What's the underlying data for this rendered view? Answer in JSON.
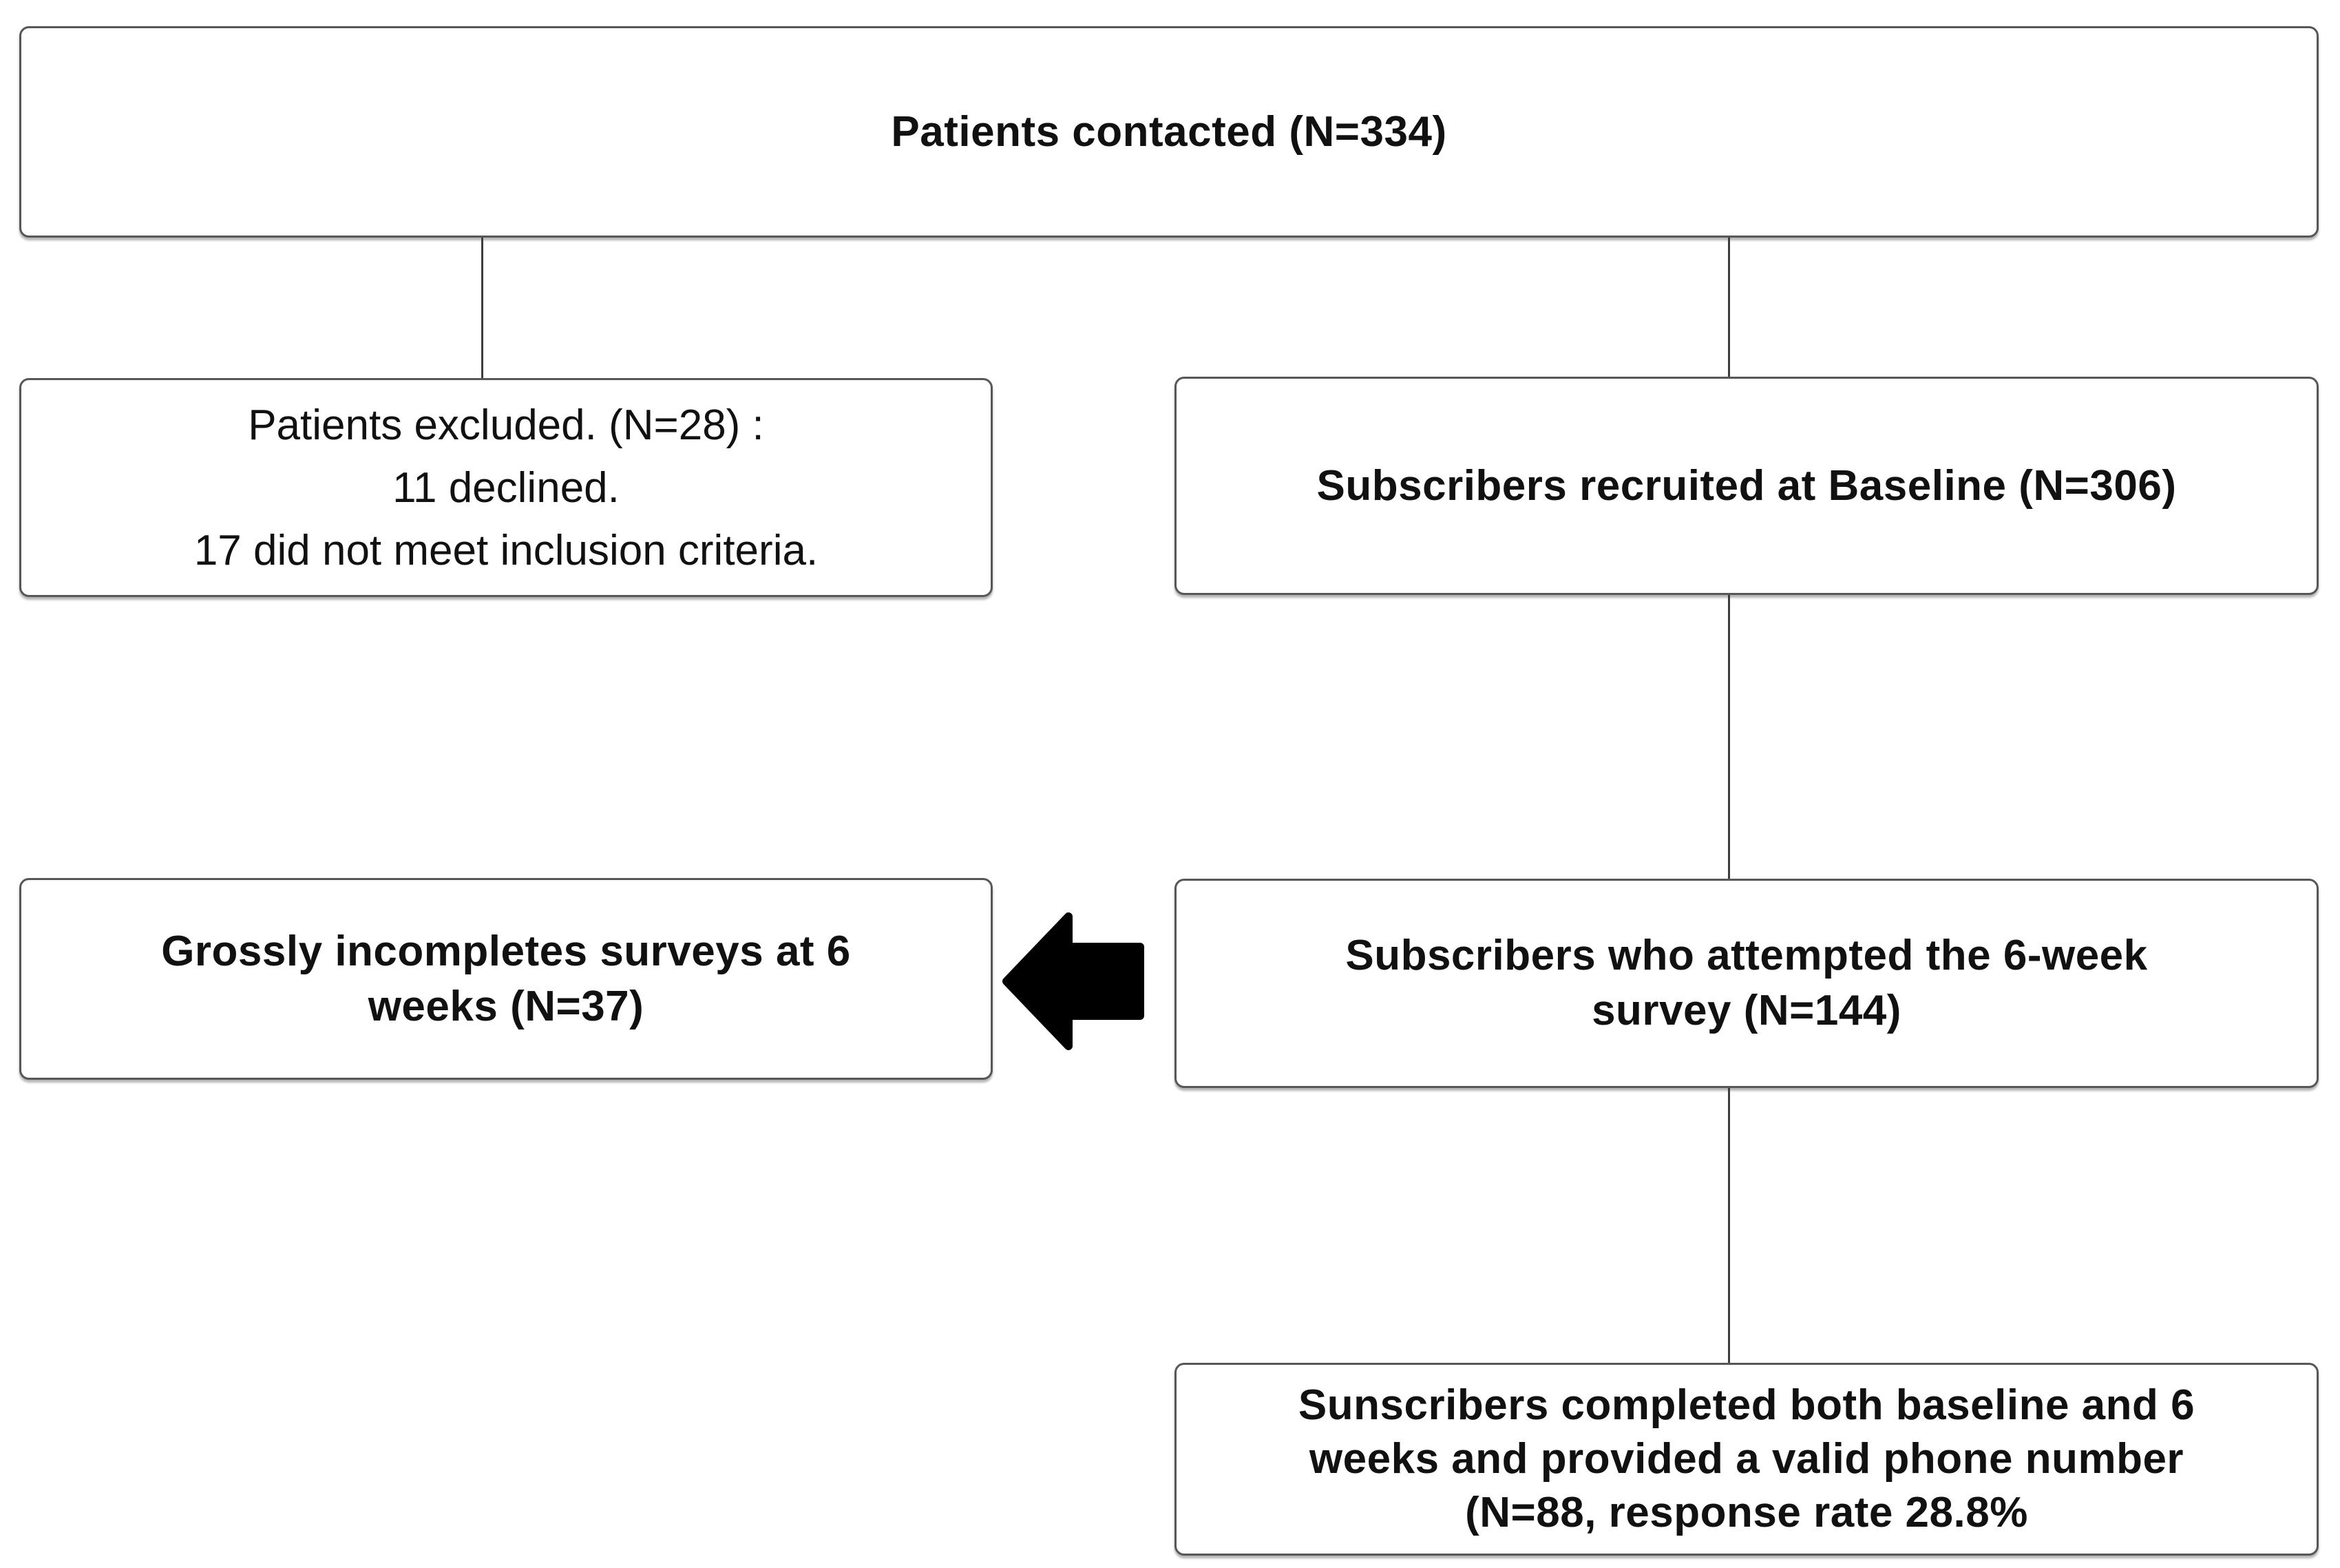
{
  "diagram": {
    "title": "Patient recruitment flow diagram",
    "colors": {
      "background": "#ffffff",
      "box_border": "#575757",
      "connector_line": "#3d3d3d",
      "text": "#111111",
      "arrow": "#000000"
    },
    "icons": {
      "flow_arrow": "left-block-arrow"
    },
    "nodes": {
      "contacted": {
        "lines": [
          "Patients contacted (N=334)"
        ]
      },
      "excluded": {
        "lines": [
          "Patients excluded. (N=28) :",
          "11 declined.",
          "17 did not meet inclusion criteria."
        ]
      },
      "recruited": {
        "lines": [
          "Subscribers recruited at Baseline (N=306)"
        ]
      },
      "incomplete": {
        "lines": [
          "Grossly incompletes surveys at 6",
          "weeks (N=37)"
        ]
      },
      "attempted": {
        "lines": [
          "Subscribers who attempted the 6-week",
          "survey (N=144)"
        ]
      },
      "completed": {
        "lines": [
          "Sunscribers completed both baseline and 6",
          "weeks and provided a valid phone number",
          "(N=88, response rate 28.8%"
        ]
      }
    }
  }
}
